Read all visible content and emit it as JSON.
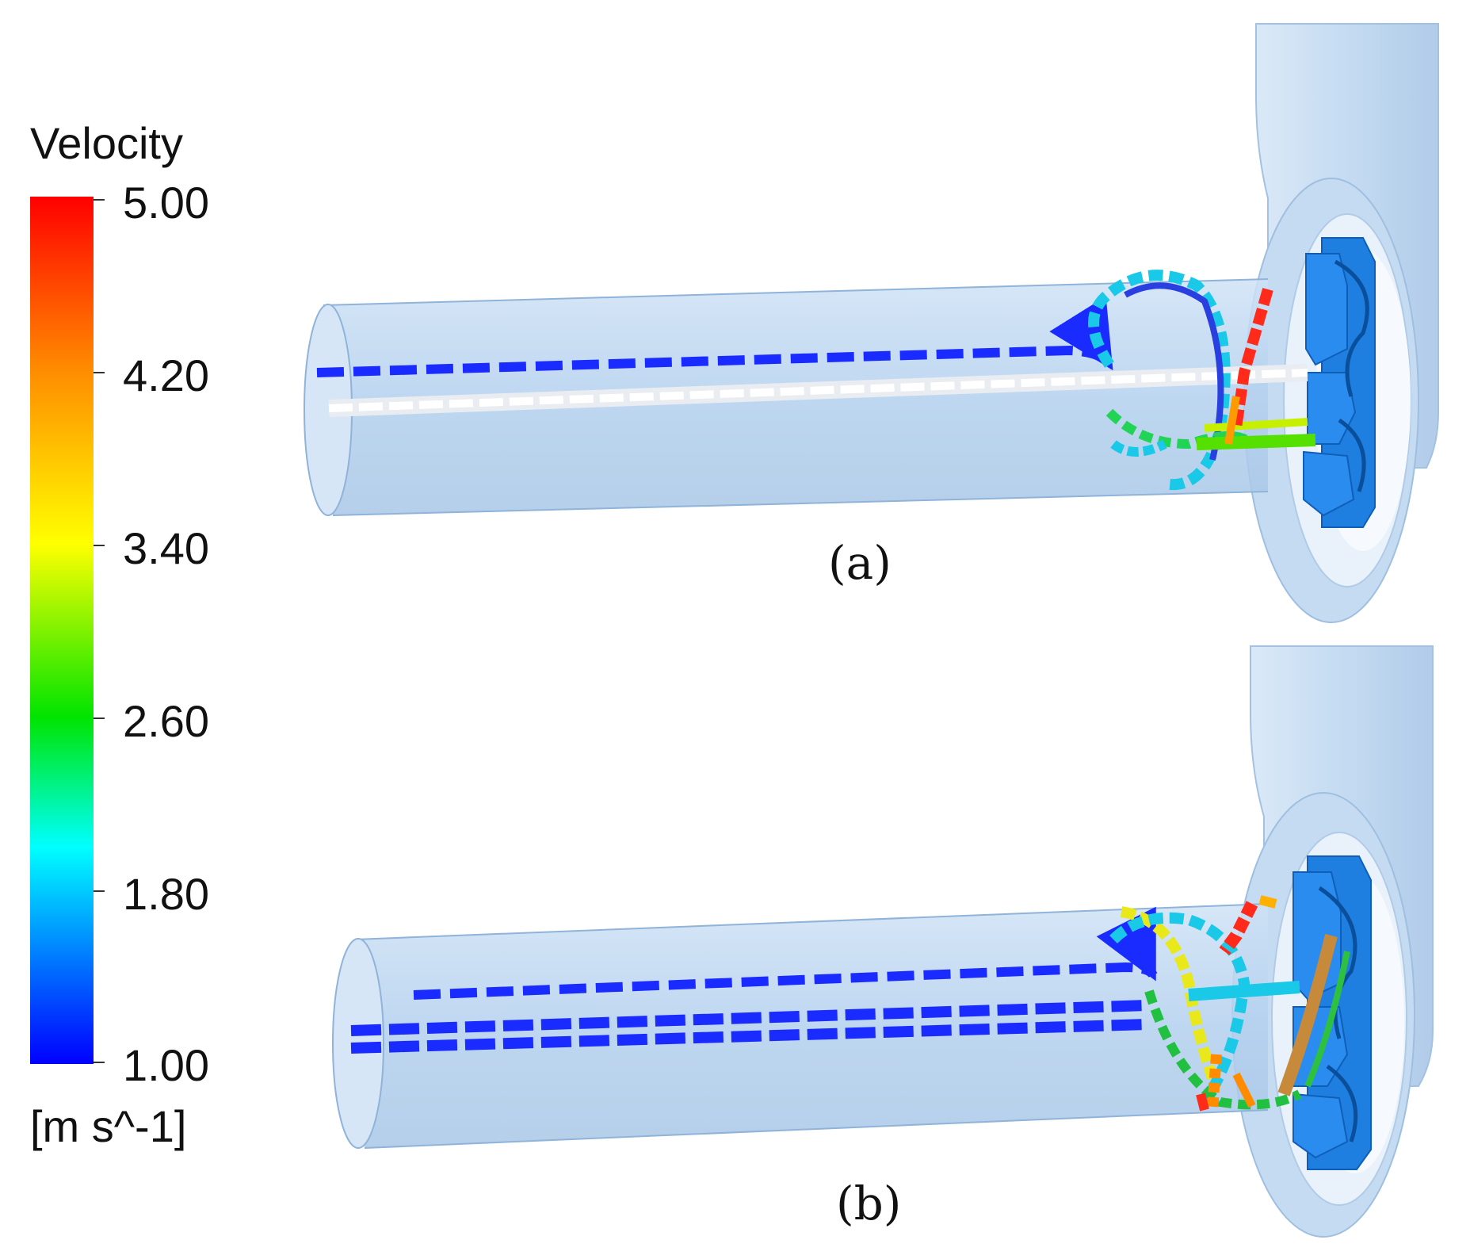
{
  "legend": {
    "title": "Velocity",
    "unit": "[m s^-1]",
    "ticks": [
      "5.00",
      "4.20",
      "3.40",
      "2.60",
      "1.80",
      "1.00"
    ],
    "colors": [
      "#ff0000",
      "#ff8c00",
      "#ffff00",
      "#00e400",
      "#00ffff",
      "#0078ff",
      "#0000ff"
    ]
  },
  "panels": [
    {
      "label": "(a)"
    },
    {
      "label": "(b)"
    }
  ],
  "colors": {
    "pipe": "#b9d6f2",
    "pipe_edge": "#8fb3d9",
    "impeller": "#1f7fe0",
    "impeller_dark": "#0f5fb8",
    "streamline_blue": "#1a2bff",
    "streamline_white": "#f2f4f7"
  }
}
